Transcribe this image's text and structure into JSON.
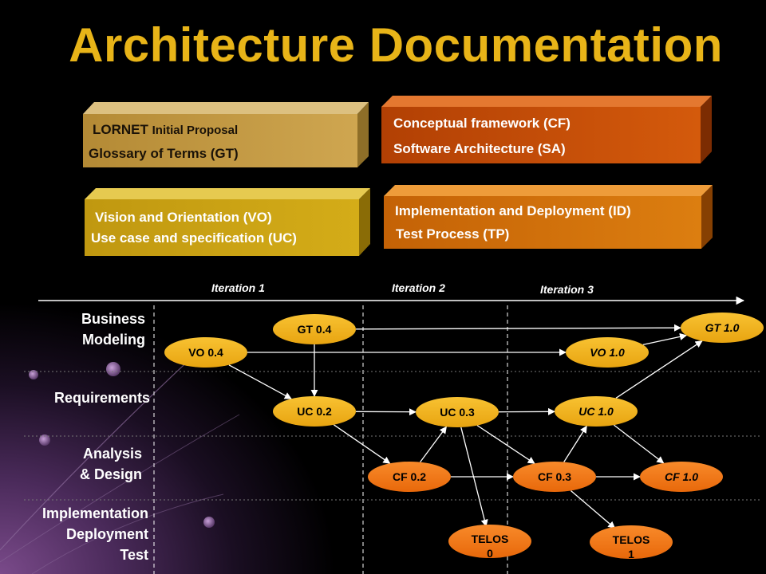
{
  "title": "Architecture Documentation",
  "docs": {
    "box1": {
      "line1_main": "LORNET ",
      "line1_small": "Initial Proposal",
      "line2": "Glossary of Terms (GT)"
    },
    "box2": {
      "line1": "Conceptual framework (CF)",
      "line2": "Software Architecture (SA)"
    },
    "box3": {
      "line1": "Vision and Orientation (VO)",
      "line2": "Use case and specification (UC)"
    },
    "box4": {
      "line1": "Implementation and Deployment (ID)",
      "line2": "Test Process (TP)"
    }
  },
  "iterations": [
    "Iteration 1",
    "Iteration 2",
    "Iteration 3"
  ],
  "lanes": {
    "business": [
      "Business",
      "Modeling"
    ],
    "requirements": [
      "Requirements"
    ],
    "analysis": [
      "Analysis",
      "& Design"
    ],
    "implementation": [
      "Implementation",
      "Deployment",
      "Test"
    ]
  },
  "colors": {
    "title": "#e8b418",
    "node_orange": "#f47a1a",
    "node_yellow": "#f2b61a",
    "box_tan": "#c29a3e",
    "box_gold": "#c8a012",
    "box_red": "#c24a06",
    "box_orange": "#d06e08"
  },
  "nodes": [
    {
      "id": "vo04",
      "label": "VO 0.4",
      "italic": false
    },
    {
      "id": "gt04",
      "label": "GT 0.4",
      "italic": false
    },
    {
      "id": "uc02",
      "label": "UC 0.2",
      "italic": false
    },
    {
      "id": "uc03",
      "label": "UC 0.3",
      "italic": false
    },
    {
      "id": "cf02",
      "label": "CF 0.2",
      "italic": false
    },
    {
      "id": "cf03",
      "label": "CF 0.3",
      "italic": false
    },
    {
      "id": "telos0",
      "label": "TELOS 0",
      "italic": false
    },
    {
      "id": "telos1",
      "label": "TELOS 1",
      "italic": false
    },
    {
      "id": "vo10",
      "label": "VO 1.0",
      "italic": true
    },
    {
      "id": "uc10",
      "label": "UC 1.0",
      "italic": true
    },
    {
      "id": "cf10",
      "label": "CF 1.0",
      "italic": true
    },
    {
      "id": "gt10",
      "label": "GT 1.0",
      "italic": true
    }
  ],
  "edges": [
    [
      "gt04",
      "gt10"
    ],
    [
      "vo04",
      "vo10"
    ],
    [
      "gt04",
      "uc02"
    ],
    [
      "vo04",
      "uc02"
    ],
    [
      "uc02",
      "uc03"
    ],
    [
      "uc02",
      "cf02"
    ],
    [
      "cf02",
      "uc03"
    ],
    [
      "uc03",
      "uc10"
    ],
    [
      "uc03",
      "cf03"
    ],
    [
      "uc03",
      "telos0"
    ],
    [
      "cf02",
      "cf03"
    ],
    [
      "cf03",
      "uc10"
    ],
    [
      "cf03",
      "cf10"
    ],
    [
      "cf03",
      "telos1"
    ],
    [
      "uc10",
      "cf10"
    ],
    [
      "uc10",
      "gt10"
    ],
    [
      "vo10",
      "gt10"
    ]
  ]
}
